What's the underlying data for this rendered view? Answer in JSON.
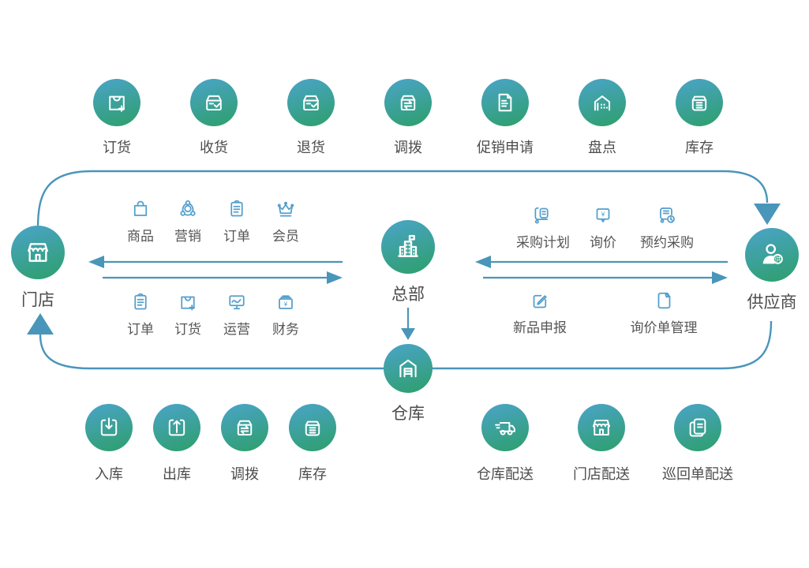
{
  "colors": {
    "circle_top": "#4BA4C9",
    "circle_bottom": "#2D9F6A",
    "line": "#4A95BA",
    "icon_blue": "#539FCB",
    "label_dark": "#4C4C4C",
    "label_mid": "#555555"
  },
  "icon_glyphs": {
    "yen": "¥",
    "supplier_badge": "供"
  },
  "top_row": [
    {
      "label": "订货",
      "icon": "bag-plus-icon"
    },
    {
      "label": "收货",
      "icon": "box-check-icon"
    },
    {
      "label": "退货",
      "icon": "box-check-icon"
    },
    {
      "label": "调拨",
      "icon": "box-swap-icon"
    },
    {
      "label": "促销申请",
      "icon": "document-icon"
    },
    {
      "label": "盘点",
      "icon": "stocktake-icon"
    },
    {
      "label": "库存",
      "icon": "stock-box-icon"
    }
  ],
  "nodes": {
    "store": {
      "label": "门店",
      "icon": "storefront-icon"
    },
    "headquarters": {
      "label": "总部",
      "icon": "hq-building-icon"
    },
    "warehouse": {
      "label": "仓库",
      "icon": "warehouse-icon"
    },
    "supplier": {
      "label": "供应商",
      "icon": "supplier-icon"
    }
  },
  "store_hq": {
    "top": [
      {
        "label": "商品",
        "icon": "bag-icon"
      },
      {
        "label": "营销",
        "icon": "marketing-network-icon"
      },
      {
        "label": "订单",
        "icon": "order-clipboard-icon"
      },
      {
        "label": "会员",
        "icon": "crown-icon"
      }
    ],
    "bottom": [
      {
        "label": "订单",
        "icon": "order-clipboard-icon"
      },
      {
        "label": "订货",
        "icon": "bag-plus-icon"
      },
      {
        "label": "运营",
        "icon": "operations-board-icon"
      },
      {
        "label": "财务",
        "icon": "finance-box-icon"
      }
    ]
  },
  "hq_supplier": {
    "top": [
      {
        "label": "采购计划",
        "icon": "purchase-trolley-icon"
      },
      {
        "label": "询价",
        "icon": "inquiry-chat-icon"
      },
      {
        "label": "预约采购",
        "icon": "cart-clock-icon"
      }
    ],
    "bottom": [
      {
        "label": "新品申报",
        "icon": "edit-pencil-icon"
      },
      {
        "label": "询价单管理",
        "icon": "doc-yen-icon"
      }
    ]
  },
  "bottom_left_row": [
    {
      "label": "入库",
      "icon": "inbound-icon"
    },
    {
      "label": "出库",
      "icon": "outbound-icon"
    },
    {
      "label": "调拨",
      "icon": "box-swap-icon"
    },
    {
      "label": "库存",
      "icon": "stock-box-icon"
    }
  ],
  "bottom_right_row": [
    {
      "label": "仓库配送",
      "icon": "truck-icon"
    },
    {
      "label": "门店配送",
      "icon": "storefront-icon"
    },
    {
      "label": "巡回单配送",
      "icon": "docs-stack-icon"
    }
  ]
}
